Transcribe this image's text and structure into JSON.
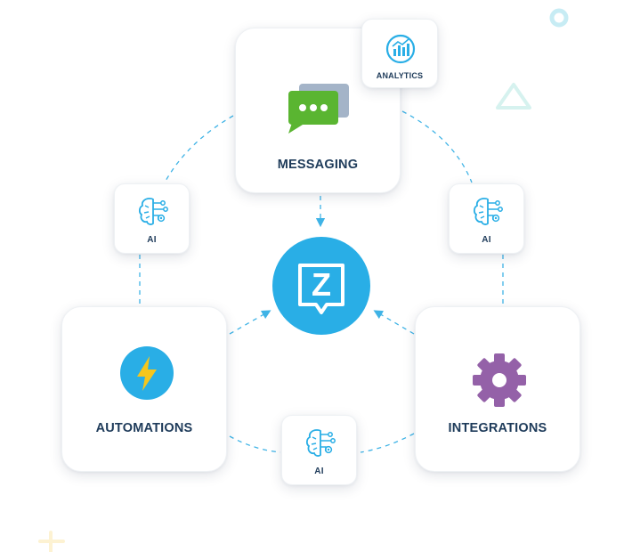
{
  "nodes": {
    "messaging": {
      "label": "MESSAGING"
    },
    "automations": {
      "label": "AUTOMATIONS"
    },
    "integrations": {
      "label": "INTEGRATIONS"
    },
    "analytics": {
      "label": "ANALYTICS"
    },
    "ai_left": {
      "label": "AI"
    },
    "ai_right": {
      "label": "AI"
    },
    "ai_bottom": {
      "label": "AI"
    },
    "center": {
      "letter": "Z"
    }
  },
  "colors": {
    "accent": "#29aee6",
    "text": "#1e3b5a",
    "messaging_green": "#5ab531",
    "bolt_yellow": "#f6c61b",
    "gear_purple": "#9461a8"
  }
}
